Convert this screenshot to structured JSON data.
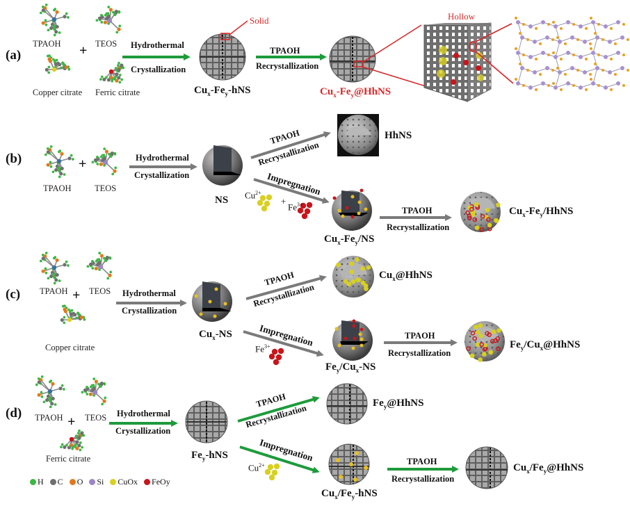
{
  "colors": {
    "green_arrow": "#1e9b3c",
    "gray_arrow": "#7a7a7a",
    "callout_red": "#d62a2a",
    "h_atom": "#3cb843",
    "c_atom": "#707070",
    "o_atom": "#e07a1e",
    "si_atom": "#9a86c8",
    "cuox": "#d8d020",
    "feoy": "#c8151b"
  },
  "panels": {
    "a": {
      "label": "(a)",
      "precursors": [
        "TPAOH",
        "TEOS",
        "Copper citrate",
        "Ferric citrate"
      ],
      "plus": "+",
      "step1": {
        "line1": "Hydrothermal",
        "line2": "Crystallization"
      },
      "intermediate": "Cu<sub>x</sub>-Fe<sub>y</sub>-hNS",
      "intermediate_text": "Cux-Fey-hNS",
      "callout_solid": "Solid",
      "step2": {
        "line1": "TPAOH",
        "line2": "Recrystallization"
      },
      "product_text": "Cux-Fey@HhNS",
      "callout_hollow": "Hollow"
    },
    "b": {
      "label": "(b)",
      "precursors": [
        "TPAOH",
        "TEOS"
      ],
      "plus": "+",
      "step1": {
        "line1": "Hydrothermal",
        "line2": "Crystallization"
      },
      "intermediate_text": "NS",
      "branch_up": {
        "line1": "TPAOH",
        "line2": "Recrystallization",
        "product_text": "HhNS"
      },
      "branch_down": {
        "label": "Impregnation",
        "ion1": "Cu2+",
        "ion_plus": "+",
        "ion2": "Fe3+",
        "product_text": "Cux-Fey/NS"
      },
      "step3": {
        "line1": "TPAOH",
        "line2": "Recrystallization"
      },
      "final_text": "Cux-Fey/HhNS"
    },
    "c": {
      "label": "(c)",
      "precursors": [
        "TPAOH",
        "TEOS",
        "Copper citrate"
      ],
      "plus": "+",
      "step1": {
        "line1": "Hydrothermal",
        "line2": "Crystallization"
      },
      "intermediate_text": "Cux-NS",
      "branch_up": {
        "line1": "TPAOH",
        "line2": "Recrystallization",
        "product_text": "Cux@HhNS"
      },
      "branch_down": {
        "label": "Impregnation",
        "ion": "Fe3+",
        "product_text": "Fey/Cux-NS"
      },
      "step3": {
        "line1": "TPAOH",
        "line2": "Recrystallization"
      },
      "final_text": "Fey/Cux@HhNS"
    },
    "d": {
      "label": "(d)",
      "precursors": [
        "TPAOH",
        "TEOS",
        "Ferric citrate"
      ],
      "plus": "+",
      "step1": {
        "line1": "Hydrothermal",
        "line2": "Crystallization"
      },
      "intermediate_text": "Fey-hNS",
      "branch_up": {
        "line1": "TPAOH",
        "line2": "Recrystallization",
        "product_text": "Fey@HhNS"
      },
      "branch_down": {
        "label": "Impregnation",
        "ion": "Cu2+",
        "product_text": "Cux/Fey-hNS"
      },
      "step3": {
        "line1": "TPAOH",
        "line2": "Recrystallization"
      },
      "final_text": "Cux/Fey@HhNS"
    }
  },
  "legend": [
    {
      "symbol": "H",
      "color_key": "h_atom"
    },
    {
      "symbol": "C",
      "color_key": "c_atom"
    },
    {
      "symbol": "O",
      "color_key": "o_atom"
    },
    {
      "symbol": "Si",
      "color_key": "si_atom"
    },
    {
      "symbol": "CuOx",
      "color_key": "cuox"
    },
    {
      "symbol": "FeOy",
      "color_key": "feoy"
    }
  ]
}
